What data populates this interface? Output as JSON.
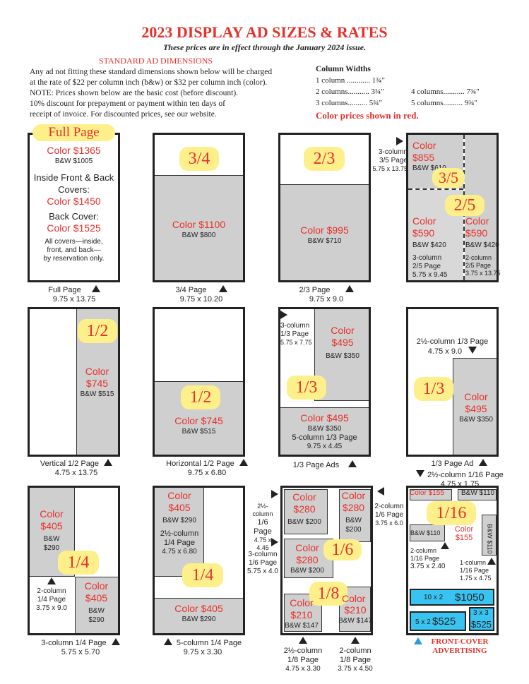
{
  "header": {
    "title": "2023 DISPLAY AD SIZES & RATES",
    "subtitle": "These prices are in effect through the January 2024 issue."
  },
  "standard": {
    "heading": "STANDARD AD DIMENSIONS",
    "lines": [
      "Any ad not fitting these standard dimensions shown below will be charged",
      "at the rate of $22 per column inch (b&w) or $32 per column inch (color).",
      "NOTE: Prices shown below are the basic cost (before discount).",
      "10% discount for prepayment or payment within ten days of",
      "receipt of invoice. For discounted prices, see our website."
    ]
  },
  "columns": {
    "heading": "Column Widths",
    "c1": "1 column ............ 1¾\"",
    "c2": "2 columns........... 3¾\"",
    "c3": "3 columns.......... 5¾\"",
    "c4": "4 columns........... 7¾\"",
    "c5": "5 columns.......... 9¾\"",
    "note": "Color prices shown in red."
  },
  "full": {
    "tag": "Full Page",
    "color": "Color $1365",
    "bw": "B&W $1005",
    "inside1": "Inside Front & Back",
    "inside2": "Covers:",
    "inside_color": "Color $1450",
    "back": "Back Cover:",
    "back_color": "Color $1525",
    "note1": "All covers—inside,",
    "note2": "front, and back—",
    "note3": "by reservation only.",
    "cap1": "Full Page",
    "cap2": "9.75 x 13.75"
  },
  "q34": {
    "tag": "3/4",
    "color": "Color $1100",
    "bw": "B&W $800",
    "cap1": "3/4 Page",
    "cap2": "9.75 x 10.20"
  },
  "t23": {
    "tag": "2/3",
    "color": "Color $995",
    "bw": "B&W $710",
    "cap1": "2/3 Page",
    "cap2": "9.75 x 9.0"
  },
  "f35": {
    "side1": "3-column",
    "side2": "3/5 Page",
    "side3": "5.75 x 13.75",
    "top_color1": "Color",
    "top_color2": "$855",
    "top_bw": "B&W $610",
    "tag35": "3/5",
    "tag25": "2/5",
    "l_color1": "Color",
    "l_color2": "$590",
    "l_bw": "B&W $420",
    "l_cap1": "3-column",
    "l_cap2": "2/5 Page",
    "l_cap3": "5.75 x 9.45",
    "r_color1": "Color",
    "r_color2": "$590",
    "r_bw": "B&W $420",
    "r_cap1": "2-column",
    "r_cap2": "2/5 Page",
    "r_cap3": "3.75 x 13.75"
  },
  "v12": {
    "tag": "1/2",
    "color1": "Color",
    "color2": "$745",
    "bw": "B&W $515",
    "cap1": "Vertical 1/2 Page",
    "cap2": "4.75 x 13.75"
  },
  "h12": {
    "tag": "1/2",
    "color": "Color $745",
    "bw": "B&W $515",
    "cap1": "Horizontal 1/2 Page",
    "cap2": "9.75 x 6.80"
  },
  "t13": {
    "side1": "3-column",
    "side2": "1/3 Page",
    "side3": "5.75 x 7.75",
    "color1": "Color",
    "color2": "$495",
    "bw": "B&W $350",
    "tag": "1/3",
    "b_color": "Color $495",
    "b_bw": "B&W $350",
    "b_cap1": "5-column 1/3 Page",
    "b_cap2": "9.75 x 4.45",
    "cap1": "1/3 Page Ads"
  },
  "ad13": {
    "top1": "2½-column 1/3 Page",
    "top2": "4.75 x 9.0",
    "tag": "1/3",
    "color1": "Color",
    "color2": "$495",
    "bw": "B&W $350",
    "cap1": "1/3 Page Ad"
  },
  "q14": {
    "color1": "Color",
    "color2": "$405",
    "bw1": "B&W",
    "bw2": "$290",
    "tag": "1/4",
    "l_cap1": "2-column",
    "l_cap2": "1/4 Page",
    "l_cap3": "3.75 x 9.0",
    "r_color1": "Color",
    "r_color2": "$405",
    "r_bw1": "B&W",
    "r_bw2": "$290",
    "cap1": "3-column 1/4 Page",
    "cap2": "5.75 x 5.70"
  },
  "f14": {
    "color1": "Color",
    "color2": "$405",
    "bw": "B&W $290",
    "i_cap1": "2½-column",
    "i_cap2": "1/4 Page",
    "i_cap3": "4.75 x 6.80",
    "tag": "1/4",
    "b_color": "Color $405",
    "b_bw": "B&W $290",
    "cap1": "5-column 1/4 Page",
    "cap2": "9.75 x 3.30"
  },
  "s16": {
    "l1_a": "2½-column",
    "l1_b": "1/6 Page",
    "l1_c": "4.75 x 4.45",
    "l2_a": "3-column",
    "l2_b": "1/6 Page",
    "l2_c": "5.75 x 4.0",
    "r1_a": "2-column",
    "r1_b": "1/6 Page",
    "r1_c": "3.75 x 6.0",
    "a_color1": "Color",
    "a_color2": "$280",
    "a_bw": "B&W $200",
    "b_color1": "Color",
    "b_color2": "$280",
    "b_bw1": "B&W",
    "b_bw2": "$200",
    "c_color1": "Color",
    "c_color2": "$280",
    "c_bw": "B&W $200",
    "tag16": "1/6",
    "tag18": "1/8",
    "d_color1": "Color",
    "d_color2": "$210",
    "d_bw": "B&W $147",
    "e_color1": "Color",
    "e_color2": "$210",
    "e_bw": "B&W $147",
    "cap_l1": "2½-column",
    "cap_l2": "1/8 Page",
    "cap_l3": "4.75 x 3.30",
    "cap_r1": "2-column",
    "cap_r2": "1/8 Page",
    "cap_r3": "3.75 x 4.50"
  },
  "p116": {
    "top1": "2½-column 1/16 Page",
    "top2": "4.75 x 1.75",
    "strip_color": "Color $155",
    "strip_bw": "B&W $110",
    "tag": "1/16",
    "bw_left": "B&W $110",
    "mid_color1": "Color",
    "mid_color2": "$155",
    "vert_bw": "B&W $110",
    "l_cap1": "2-column",
    "l_cap2": "1/16 Page",
    "l_cap3": "3.75 x 2.40",
    "r_cap1": "1-column",
    "r_cap2": "1/16 Page",
    "r_cap3": "1.75 x 4.75",
    "fc1_size": "10 x 2",
    "fc1_price": "$1050",
    "fc2_size": "5 x 2",
    "fc2_price": "$525",
    "fc3_size": "3 x 3",
    "fc3_price": "$525",
    "front1": "FRONT-COVER",
    "front2": "ADVERTISING"
  }
}
